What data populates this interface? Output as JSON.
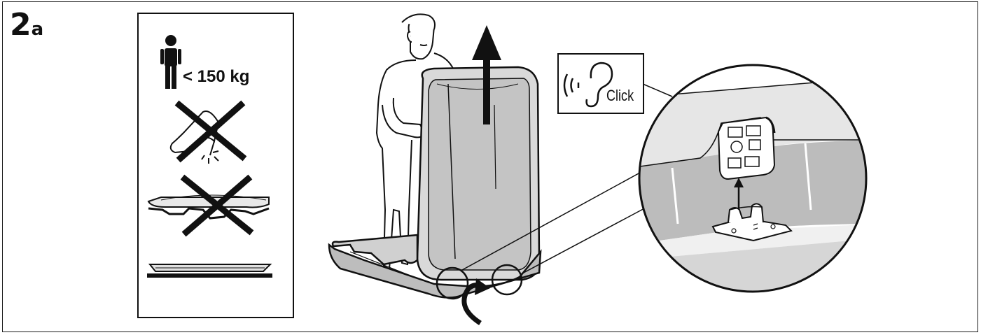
{
  "step": {
    "number": "2",
    "letter": "a"
  },
  "warning_panel": {
    "weight_limit": "< 150 kg",
    "icons": [
      "person-icon",
      "high-heel-prohibited-icon",
      "uneven-base-prohibited-icon",
      "flat-base-icon"
    ]
  },
  "callout": {
    "sound_label": "Click",
    "icon": "ear-sound-icon"
  },
  "colors": {
    "line": "#111111",
    "box_fill": "#d9d9d9",
    "box_shade": "#b8b8b8",
    "background": "#ffffff"
  }
}
